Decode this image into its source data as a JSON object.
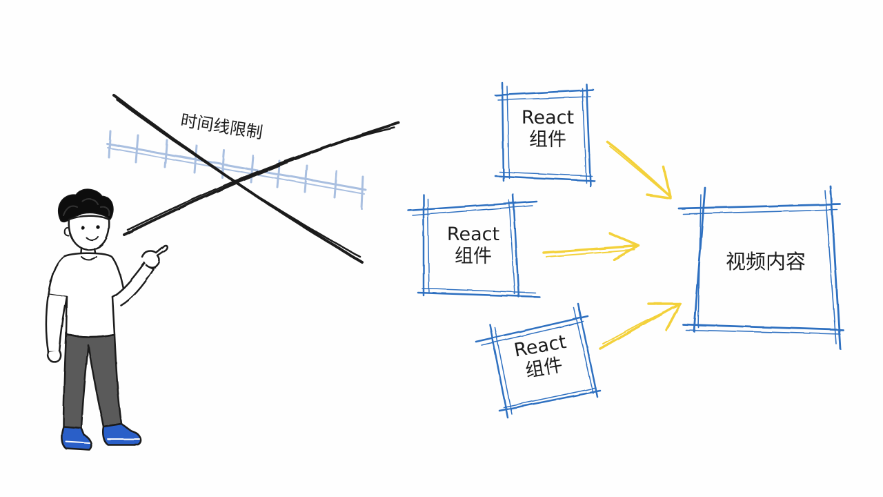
{
  "timeline": {
    "label": "时间线限制"
  },
  "components": [
    {
      "line1": "React",
      "line2": "组件"
    },
    {
      "line1": "React",
      "line2": "组件"
    },
    {
      "line1": "React",
      "line2": "组件"
    }
  ],
  "target": {
    "label": "视频内容"
  },
  "colors": {
    "box_stroke": "#2f6fc0",
    "arrow": "#f3d13a",
    "cross": "#1a1a1a",
    "timeline": "#a9bfe0",
    "shoe": "#2a5ec8",
    "pants": "#5a5a5a"
  }
}
